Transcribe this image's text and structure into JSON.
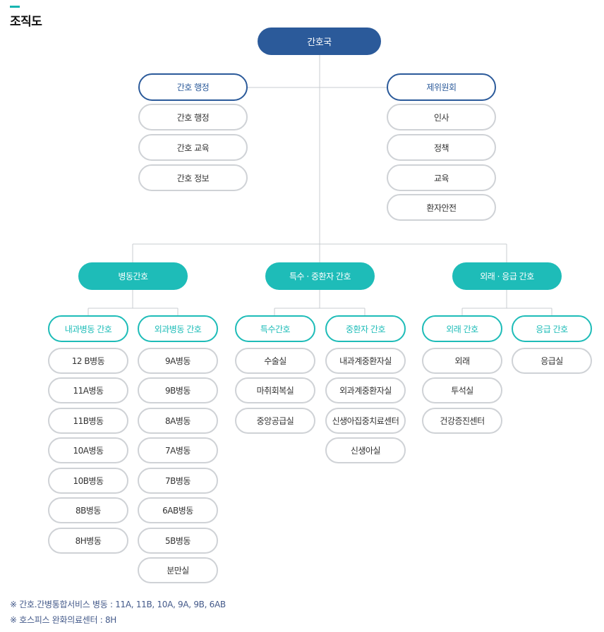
{
  "page": {
    "title": "조직도"
  },
  "root": {
    "label": "간호국"
  },
  "admin": {
    "header": "간호 행정",
    "items": [
      "간호 행정",
      "간호 교육",
      "간호 정보"
    ]
  },
  "committee": {
    "header": "제위원회",
    "items": [
      "인사",
      "정책",
      "교육",
      "환자안전"
    ]
  },
  "ward": {
    "label": "병동간호",
    "groups": [
      {
        "header": "내과병동 간호",
        "items": [
          "12 B병동",
          "11A병동",
          "11B병동",
          "10A병동",
          "10B병동",
          "8B병동",
          "8H병동"
        ]
      },
      {
        "header": "외과병동 간호",
        "items": [
          "9A병동",
          "9B병동",
          "8A병동",
          "7A병동",
          "7B병동",
          "6AB병동",
          "5B병동",
          "분만실"
        ]
      }
    ]
  },
  "special": {
    "label": "특수 · 중환자 간호",
    "groups": [
      {
        "header": "특수간호",
        "items": [
          "수술실",
          "마취회복실",
          "중앙공급실"
        ]
      },
      {
        "header": "중환자 간호",
        "items": [
          "내과계중환자실",
          "외과계중환자실",
          "신생아집중치료센터",
          "신생아실"
        ]
      }
    ]
  },
  "outpatient": {
    "label": "외래 · 응급 간호",
    "groups": [
      {
        "header": "외래 간호",
        "items": [
          "외래",
          "투석실",
          "건강증진센터"
        ]
      },
      {
        "header": "응급 간호",
        "items": [
          "응급실"
        ]
      }
    ]
  },
  "notes": [
    "※ 간호.간병통합서비스 병동 : 11A, 11B, 10A, 9A, 9B, 6AB",
    "※ 호스피스 완화의료센터 : 8H"
  ],
  "colors": {
    "navy": "#2b5a9a",
    "teal": "#1ebcb8",
    "gray_border": "#cfd2d6"
  }
}
